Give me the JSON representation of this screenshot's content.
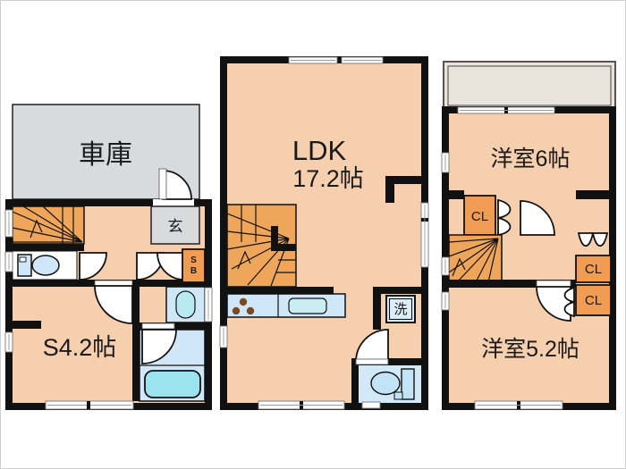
{
  "colors": {
    "wall": "#111111",
    "floor_peach": "#F6CFAE",
    "stairs_orange": "#F0A65A",
    "closet_orange": "#F09C52",
    "garage_gray": "#D8DADB",
    "balcony_beige": "#E9E3DB",
    "fixture_blue": "#CFE7F8",
    "bathtub_cyan": "#9BE3EE",
    "burner_brown": "#7B4A22"
  },
  "floor1": {
    "garage": "車庫",
    "entrance": "玄",
    "shoe_box_line1": "S",
    "shoe_box_line2": "B",
    "service_room": "S4.2帖"
  },
  "floor2": {
    "ldk": "LDK",
    "ldk_size": "17.2帖",
    "washer": "洗"
  },
  "floor3": {
    "bedroom_6": "洋室6帖",
    "closet1": "CL",
    "closet2": "CL",
    "closet3": "CL",
    "bedroom_52": "洋室5.2帖"
  }
}
